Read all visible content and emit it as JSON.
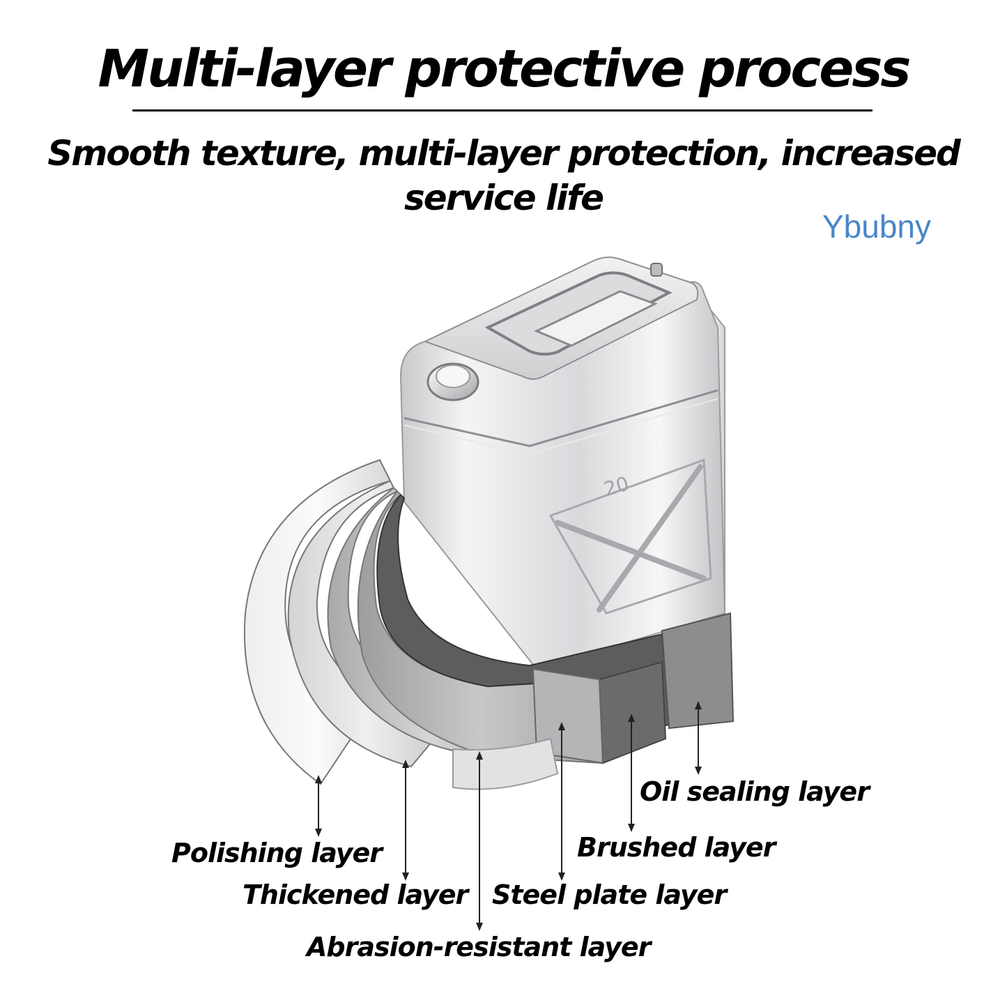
{
  "header": {
    "title": "Multi-layer protective process",
    "subtitle_line1": "Smooth texture, multi-layer protection, increased",
    "subtitle_line2": "service life"
  },
  "brand": "Ybubny",
  "can": {
    "capacity_mark": "20"
  },
  "layers": [
    {
      "label": "Polishing layer"
    },
    {
      "label": "Thickened layer"
    },
    {
      "label": "Abrasion-resistant layer"
    },
    {
      "label": "Steel plate layer"
    },
    {
      "label": "Brushed layer"
    },
    {
      "label": "Oil sealing layer"
    }
  ],
  "colors": {
    "brand": "#4a86c8",
    "text": "#000000",
    "steel_light": "#e4e4e6",
    "steel_mid": "#b8b9bc",
    "brushed": "#5a5a5c",
    "oil_seal": "#8d8d8f"
  }
}
